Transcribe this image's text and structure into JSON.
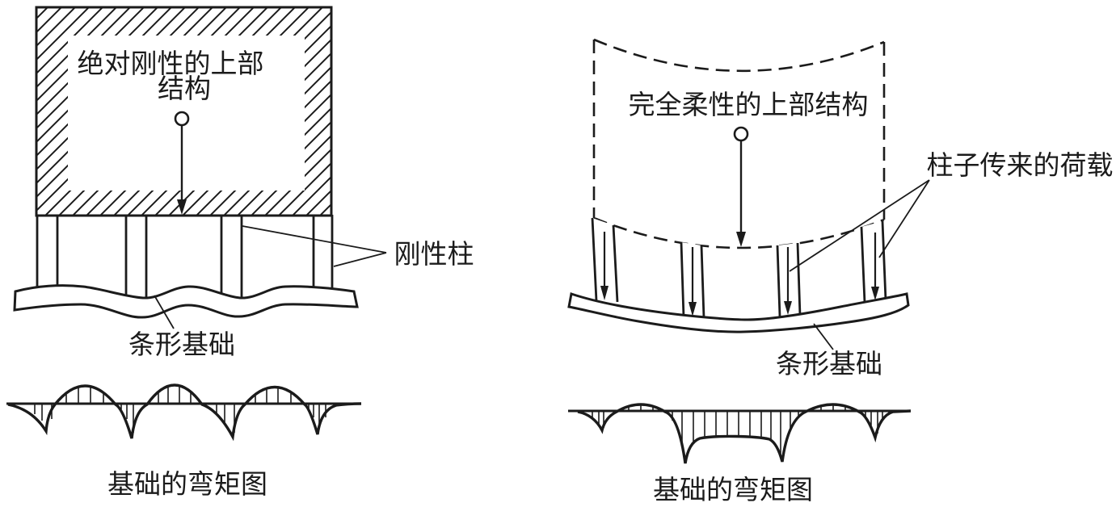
{
  "figure": {
    "left_panel": {
      "superstructure_line1": "绝对刚性的上部",
      "superstructure_line2": "结构",
      "columns_label": "刚性柱",
      "foundation_label": "条形基础",
      "moment_label": "基础的弯矩图"
    },
    "right_panel": {
      "superstructure_label": "完全柔性的上部结构",
      "column_load_label": "柱子传来的荷载",
      "foundation_label": "条形基础",
      "moment_label": "基础的弯矩图"
    },
    "colors": {
      "ink": "#1b1b1b",
      "paper": "#ffffff"
    }
  }
}
